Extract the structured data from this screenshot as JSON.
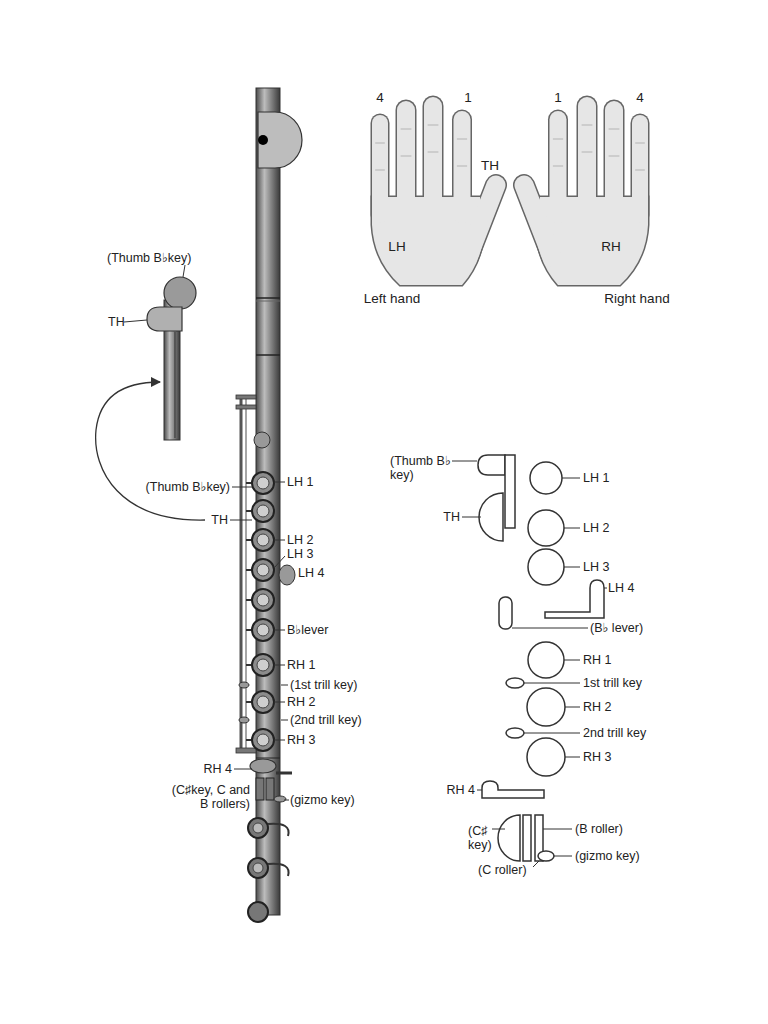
{
  "diagram": {
    "nodes": [
      {
        "text": [
          "4",
          "1",
          "TH",
          "LH",
          "Left hand"
        ]
      },
      {
        "text": [
          "1",
          "4",
          "RH",
          "Right hand"
        ]
      }
    ],
    "labels": [
      "(Thumb B♭key)",
      "TH",
      "(Thumb B♭key)",
      "LH 1",
      "TH",
      "LH 2",
      "LH 3",
      "LH 4",
      "B♭lever",
      "RH 1",
      "(1st trill key)",
      "RH 2",
      "(2nd trill key)",
      "RH 3",
      "RH 4",
      "(C♯key, C and B rollers)",
      "(gizmo key)",
      "(Thumb B♭ key)",
      "LH 1",
      "TH",
      "LH 2",
      "LH 3",
      "LH 4",
      "(B♭ lever)",
      "RH 1",
      "1st trill key",
      "RH 2",
      "2nd trill key",
      "RH 3",
      "RH 4",
      "(C♯ key)",
      "(B roller)",
      "(C roller)",
      "(gizmo key)"
    ]
  }
}
